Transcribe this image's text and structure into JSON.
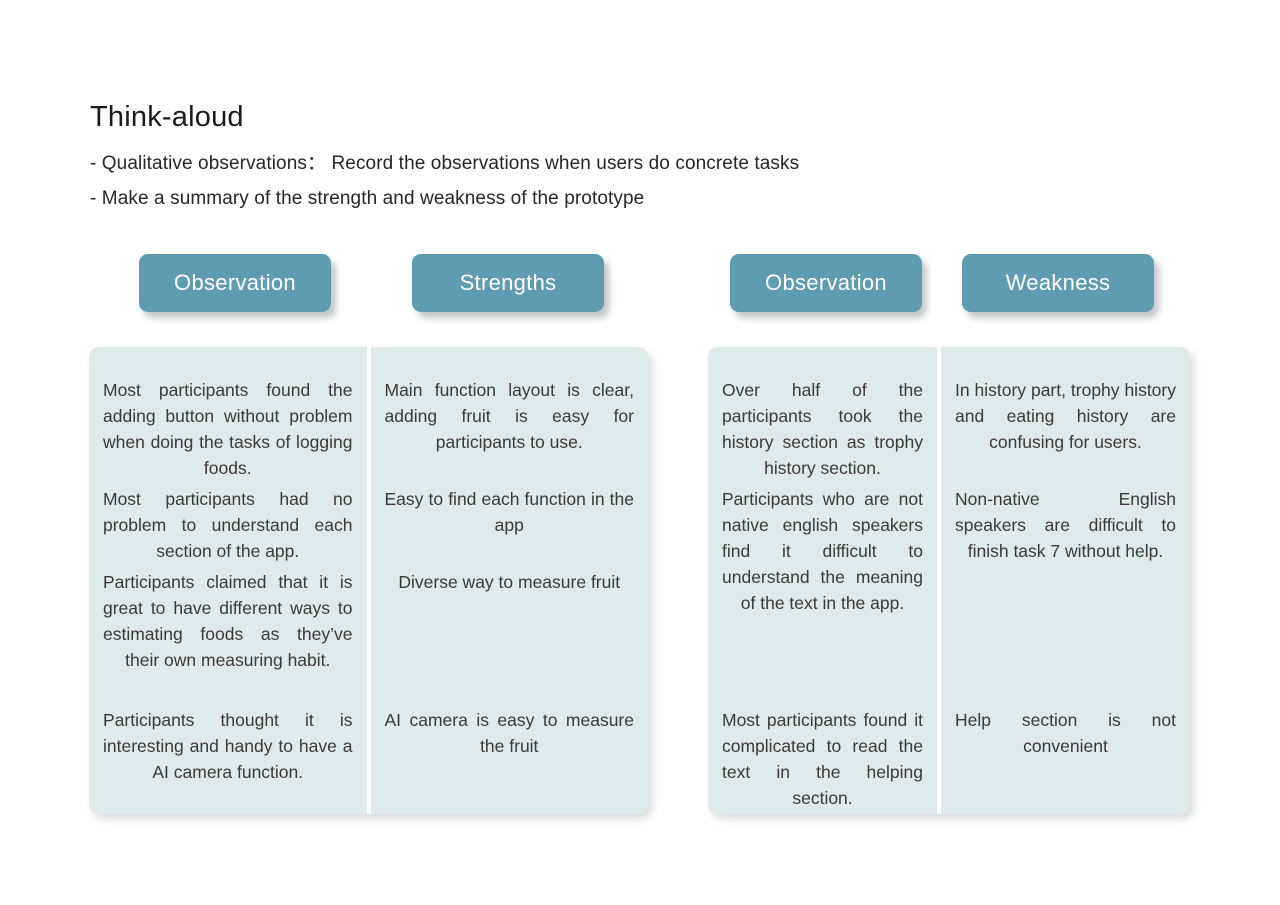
{
  "slide": {
    "title": "Think-aloud",
    "bullets": [
      "- Qualitative observations： Record the observations when users do concrete tasks",
      "- Make a summary of the strength and weakness of the prototype"
    ]
  },
  "colors": {
    "pill_background": "#609cb0",
    "pill_text": "#ffffff",
    "panel_background": "#dfeaea",
    "panel_divider": "#ffffff",
    "body_text": "#3a3a3a",
    "page_background": "#ffffff"
  },
  "columns": [
    {
      "header": "Observation",
      "group": "left",
      "paragraphs": [
        "Most participants found the adding button without problem when doing the tasks of logging foods.",
        "Most participants had no problem to understand each section of the app.",
        "Participants claimed that it is great to have different ways to estimating foods as they’ve their own measuring habit.",
        "Participants thought it is interesting and handy to have a AI camera function."
      ]
    },
    {
      "header": "Strengths",
      "group": "left",
      "paragraphs": [
        "Main function layout is clear, adding fruit is easy for participants to use.",
        "Easy to find each function in the app",
        "Diverse way to measure fruit",
        "AI camera is easy to measure the fruit"
      ]
    },
    {
      "header": "Observation",
      "group": "right",
      "paragraphs": [
        "Over half of the participants took the history section as trophy history section.",
        "Participants who are not native english speakers find it difficult to understand the meaning of the text in the app.",
        "",
        "Most participants found it complicated to read the text in the helping section."
      ]
    },
    {
      "header": "Weakness",
      "group": "right",
      "paragraphs": [
        "In history part, trophy history and eating history are confusing for users.",
        "Non-native English speakers are difficult to finish task 7 without help.",
        "",
        "Help section is not convenient"
      ]
    }
  ]
}
